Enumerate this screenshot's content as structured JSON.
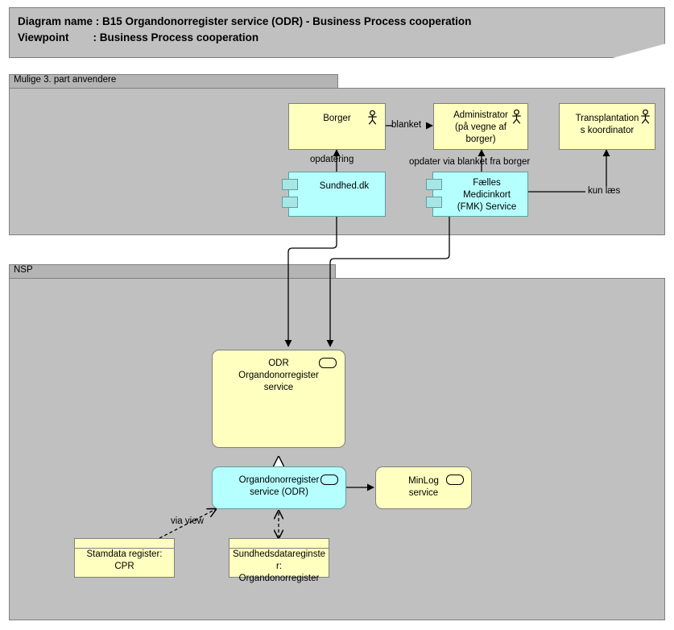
{
  "header": {
    "line1": "Diagram name : B15 Organdonorregister service (ODR) - Business Process cooperation",
    "line2": "Viewpoint        : Business Process cooperation"
  },
  "groups": [
    {
      "id": "mulige",
      "label": "Mulige 3. part anvendere"
    },
    {
      "id": "nsp",
      "label": "NSP"
    }
  ],
  "elements": {
    "borger": {
      "label": "Borger",
      "type": "business-actor"
    },
    "administrator": {
      "label": "Administrator\n(på vegne af\nborger)",
      "type": "business-actor"
    },
    "transplantation": {
      "label": "Transplantation\ns koordinator",
      "type": "business-actor"
    },
    "sundhed_dk": {
      "label": "Sundhed.dk",
      "type": "application-component"
    },
    "fmk": {
      "label": "Fælles\nMedicinkort\n(FMK) Service",
      "type": "application-component"
    },
    "odr_service": {
      "label": "ODR\nOrgandonorregister\nservice",
      "type": "application-service"
    },
    "odr_component": {
      "label": "Organdonorregister\nservice (ODR)",
      "type": "application-service"
    },
    "minlog": {
      "label": "MinLog\nservice",
      "type": "application-service"
    },
    "cpr": {
      "label": "Stamdata register:\nCPR",
      "type": "data-object"
    },
    "sundhedsdataregister": {
      "label": "Sundhedsdatareginste\nr:\nOrgandonorregister",
      "type": "data-object"
    }
  },
  "connector_labels": {
    "blanket": "blanket",
    "opdatering": "opdatering",
    "opdater_via_blanket": "opdater via blanket fra borger",
    "kun_laes": "kun læs",
    "via_view": "via view"
  },
  "colors": {
    "yellow": "#ffffc0",
    "cyan": "#b5ffff",
    "group_gray": "#c0c0c0",
    "tab_gray": "#b4b4b4",
    "border": "#808080",
    "line": "#000000"
  },
  "icons": {
    "actor": "actor-icon",
    "service": "service-rounded-rect-icon",
    "component": "component-tabs-icon"
  }
}
